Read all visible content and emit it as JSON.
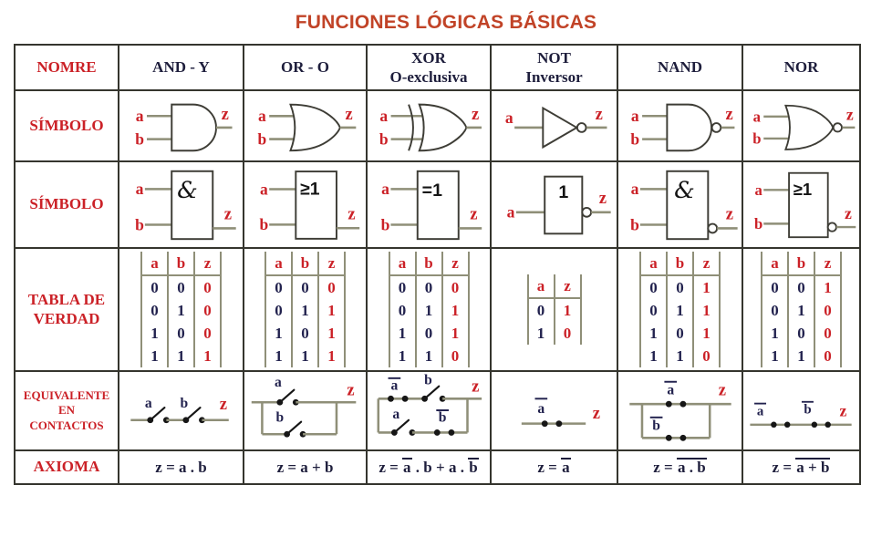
{
  "title": "FUNCIONES LÓGICAS BÁSICAS",
  "row_labels": {
    "name": "NOMRE",
    "symbol1": "SÍMBOLO",
    "symbol2": "SÍMBOLO",
    "truth_table": [
      "TABLA DE",
      "VERDAD"
    ],
    "contacts": [
      "EQUIVALENTE",
      "EN",
      "CONTACTOS"
    ],
    "axiom": "AXIOMA"
  },
  "signals": {
    "a": "a",
    "b": "b",
    "z": "z"
  },
  "columns": [
    {
      "id": "and",
      "name_line1": "AND  -  Y",
      "name_line2": "",
      "iec_symbol": "&",
      "truth_table": {
        "headers": [
          "a",
          "b",
          "z"
        ],
        "rows": [
          [
            "0",
            "0",
            "0"
          ],
          [
            "0",
            "1",
            "0"
          ],
          [
            "1",
            "0",
            "0"
          ],
          [
            "1",
            "1",
            "1"
          ]
        ]
      },
      "contacts": [
        {
          "text": "a",
          "bar": false
        },
        {
          "text": "b",
          "bar": false
        }
      ],
      "axiom": [
        {
          "text": "z = a . b"
        }
      ]
    },
    {
      "id": "or",
      "name_line1": "OR - O",
      "name_line2": "",
      "iec_symbol": "≥1",
      "truth_table": {
        "headers": [
          "a",
          "b",
          "z"
        ],
        "rows": [
          [
            "0",
            "0",
            "0"
          ],
          [
            "0",
            "1",
            "1"
          ],
          [
            "1",
            "0",
            "1"
          ],
          [
            "1",
            "1",
            "1"
          ]
        ]
      },
      "contacts": [
        {
          "text": "a",
          "bar": false
        },
        {
          "text": "b",
          "bar": false
        }
      ],
      "axiom": [
        {
          "text": "z = a + b"
        }
      ]
    },
    {
      "id": "xor",
      "name_line1": "XOR",
      "name_line2": "O-exclusiva",
      "iec_symbol": "=1",
      "truth_table": {
        "headers": [
          "a",
          "b",
          "z"
        ],
        "rows": [
          [
            "0",
            "0",
            "0"
          ],
          [
            "0",
            "1",
            "1"
          ],
          [
            "1",
            "0",
            "1"
          ],
          [
            "1",
            "1",
            "0"
          ]
        ]
      },
      "contacts": [
        {
          "text": "a",
          "bar": true
        },
        {
          "text": "b",
          "bar": false
        },
        {
          "text": "a",
          "bar": false
        },
        {
          "text": "b",
          "bar": true
        }
      ],
      "axiom": [
        {
          "text": "z = "
        },
        {
          "text": "a",
          "bar": true
        },
        {
          "text": " . b + a . "
        },
        {
          "text": "b",
          "bar": true
        }
      ]
    },
    {
      "id": "not",
      "name_line1": "NOT",
      "name_line2": "Inversor",
      "iec_symbol": "1",
      "truth_table": {
        "headers": [
          "a",
          "z"
        ],
        "rows": [
          [
            "0",
            "1"
          ],
          [
            "1",
            "0"
          ]
        ]
      },
      "contacts": [
        {
          "text": "a",
          "bar": true
        }
      ],
      "axiom": [
        {
          "text": "z = "
        },
        {
          "text": "a",
          "bar": true
        }
      ]
    },
    {
      "id": "nand",
      "name_line1": "NAND",
      "name_line2": "",
      "iec_symbol": "&",
      "truth_table": {
        "headers": [
          "a",
          "b",
          "z"
        ],
        "rows": [
          [
            "0",
            "0",
            "1"
          ],
          [
            "0",
            "1",
            "1"
          ],
          [
            "1",
            "0",
            "1"
          ],
          [
            "1",
            "1",
            "0"
          ]
        ]
      },
      "contacts": [
        {
          "text": "a",
          "bar": true
        },
        {
          "text": "b",
          "bar": true
        }
      ],
      "axiom": [
        {
          "text": "z = "
        },
        {
          "text": "a . b",
          "bar": true
        }
      ]
    },
    {
      "id": "nor",
      "name_line1": "NOR",
      "name_line2": "",
      "iec_symbol": "≥1",
      "truth_table": {
        "headers": [
          "a",
          "b",
          "z"
        ],
        "rows": [
          [
            "0",
            "0",
            "1"
          ],
          [
            "0",
            "1",
            "0"
          ],
          [
            "1",
            "0",
            "0"
          ],
          [
            "1",
            "1",
            "0"
          ]
        ]
      },
      "contacts": [
        {
          "text": "a",
          "bar": true
        },
        {
          "text": "b",
          "bar": true
        }
      ],
      "axiom": [
        {
          "text": "z = "
        },
        {
          "text": "a + b",
          "bar": true
        }
      ]
    }
  ],
  "colors": {
    "title": "#c14327",
    "label_red": "#cb2127",
    "value_navy": "#22224e",
    "wire_olive": "#8f8f78",
    "outline_dark": "#3e3d36",
    "border": "#35352e"
  }
}
